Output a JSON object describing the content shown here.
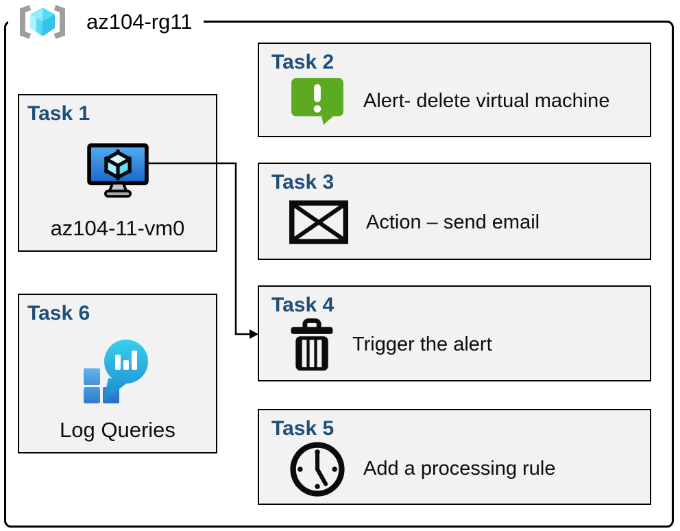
{
  "header": {
    "group_name": "az104-rg11",
    "icon": "resource-group-icon"
  },
  "tasks": [
    {
      "title": "Task 1",
      "label": "az104-11-vm0",
      "icon": "virtual-machine-icon"
    },
    {
      "title": "Task 2",
      "label": "Alert- delete virtual machine",
      "icon": "alert-message-icon"
    },
    {
      "title": "Task 3",
      "label": "Action – send email",
      "icon": "email-envelope-icon"
    },
    {
      "title": "Task 4",
      "label": "Trigger the alert",
      "icon": "trash-icon"
    },
    {
      "title": "Task 5",
      "label": "Add a processing rule",
      "icon": "clock-icon"
    },
    {
      "title": "Task 6",
      "label": "Log Queries",
      "icon": "log-analytics-icon"
    }
  ],
  "connection": {
    "from": "Task 1",
    "to": "Task 4"
  },
  "colors": {
    "task_title_blue": "#1F4E79",
    "box_fill": "#F2F2F2",
    "outline_black": "#000000",
    "alert_green_top": "#8FCA43",
    "alert_green_bottom": "#5CA922",
    "vm_screen_blue_top": "#55AEF0",
    "vm_screen_blue_bottom": "#1566CC",
    "cube_cyan_light": "#D8F8FF",
    "cube_cyan": "#50DCF5",
    "log_teal_top": "#38CFEE",
    "log_teal_bottom": "#1C86CB",
    "log_square_blue_light": "#58ACE4",
    "log_square_blue_dark": "#2B6FC9",
    "bracket_gray": "#9E9E9E"
  }
}
